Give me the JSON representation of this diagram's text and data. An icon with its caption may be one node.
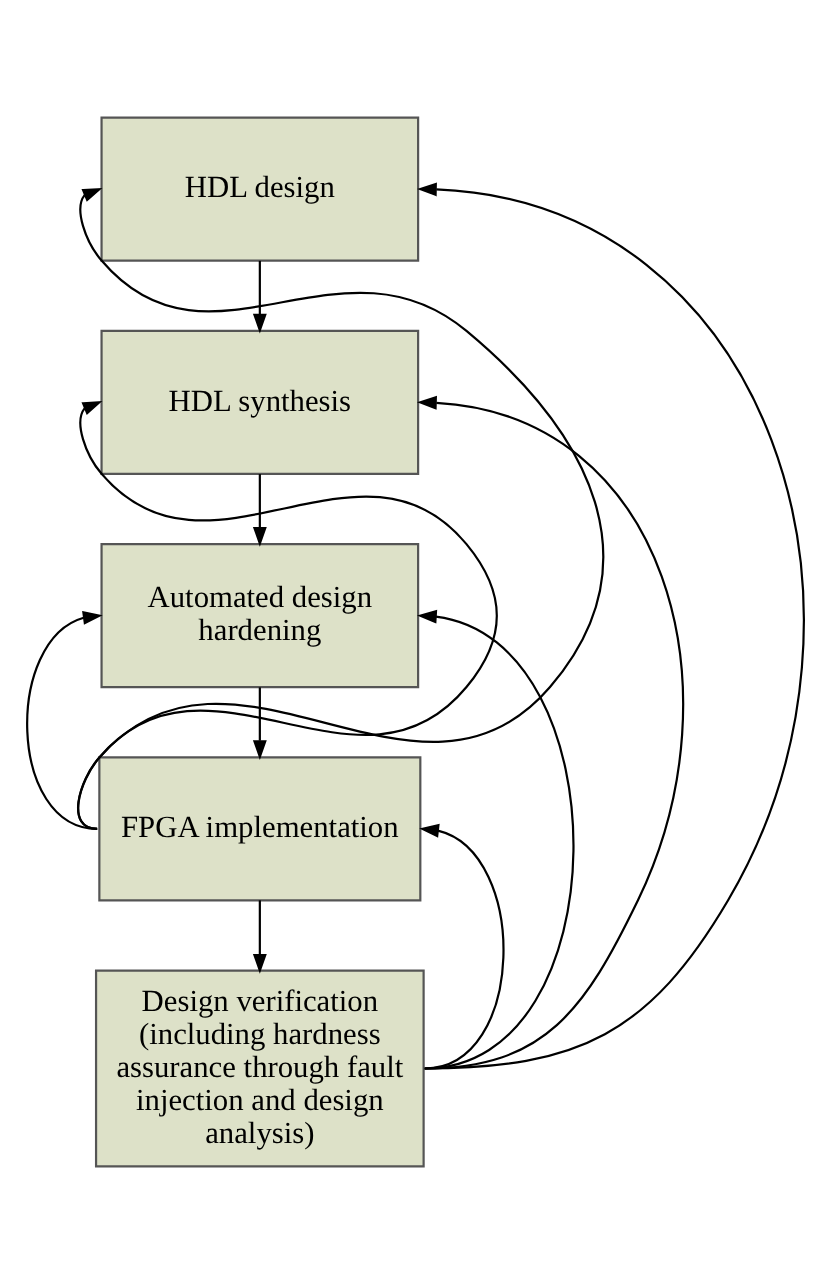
{
  "diagram": {
    "nodes": [
      {
        "text": [
          "HDL design"
        ]
      },
      {
        "text": [
          "HDL synthesis"
        ]
      },
      {
        "text": [
          "Automated design hardening"
        ]
      },
      {
        "text": [
          "FPGA implementation"
        ]
      },
      {
        "text": [
          "Design verification",
          "(including hardness assurance through fault injection and design analysis)"
        ]
      }
    ],
    "edges": [
      {
        "from": 0,
        "to": 1,
        "arrow": "to"
      },
      {
        "from": 1,
        "to": 2,
        "arrow": "to"
      },
      {
        "from": 2,
        "to": 3,
        "arrow": "to"
      },
      {
        "from": 3,
        "to": 4,
        "arrow": "to"
      },
      {
        "from": 3,
        "to": 0,
        "arrow": "to"
      },
      {
        "from": 3,
        "to": 1,
        "arrow": "to"
      },
      {
        "from": 3,
        "to": 2,
        "arrow": "to"
      },
      {
        "from": 4,
        "to": 0,
        "arrow": "to"
      },
      {
        "from": 4,
        "to": 1,
        "arrow": "to"
      },
      {
        "from": 4,
        "to": 2,
        "arrow": "to"
      },
      {
        "from": 4,
        "to": 3,
        "arrow": "to"
      }
    ]
  }
}
